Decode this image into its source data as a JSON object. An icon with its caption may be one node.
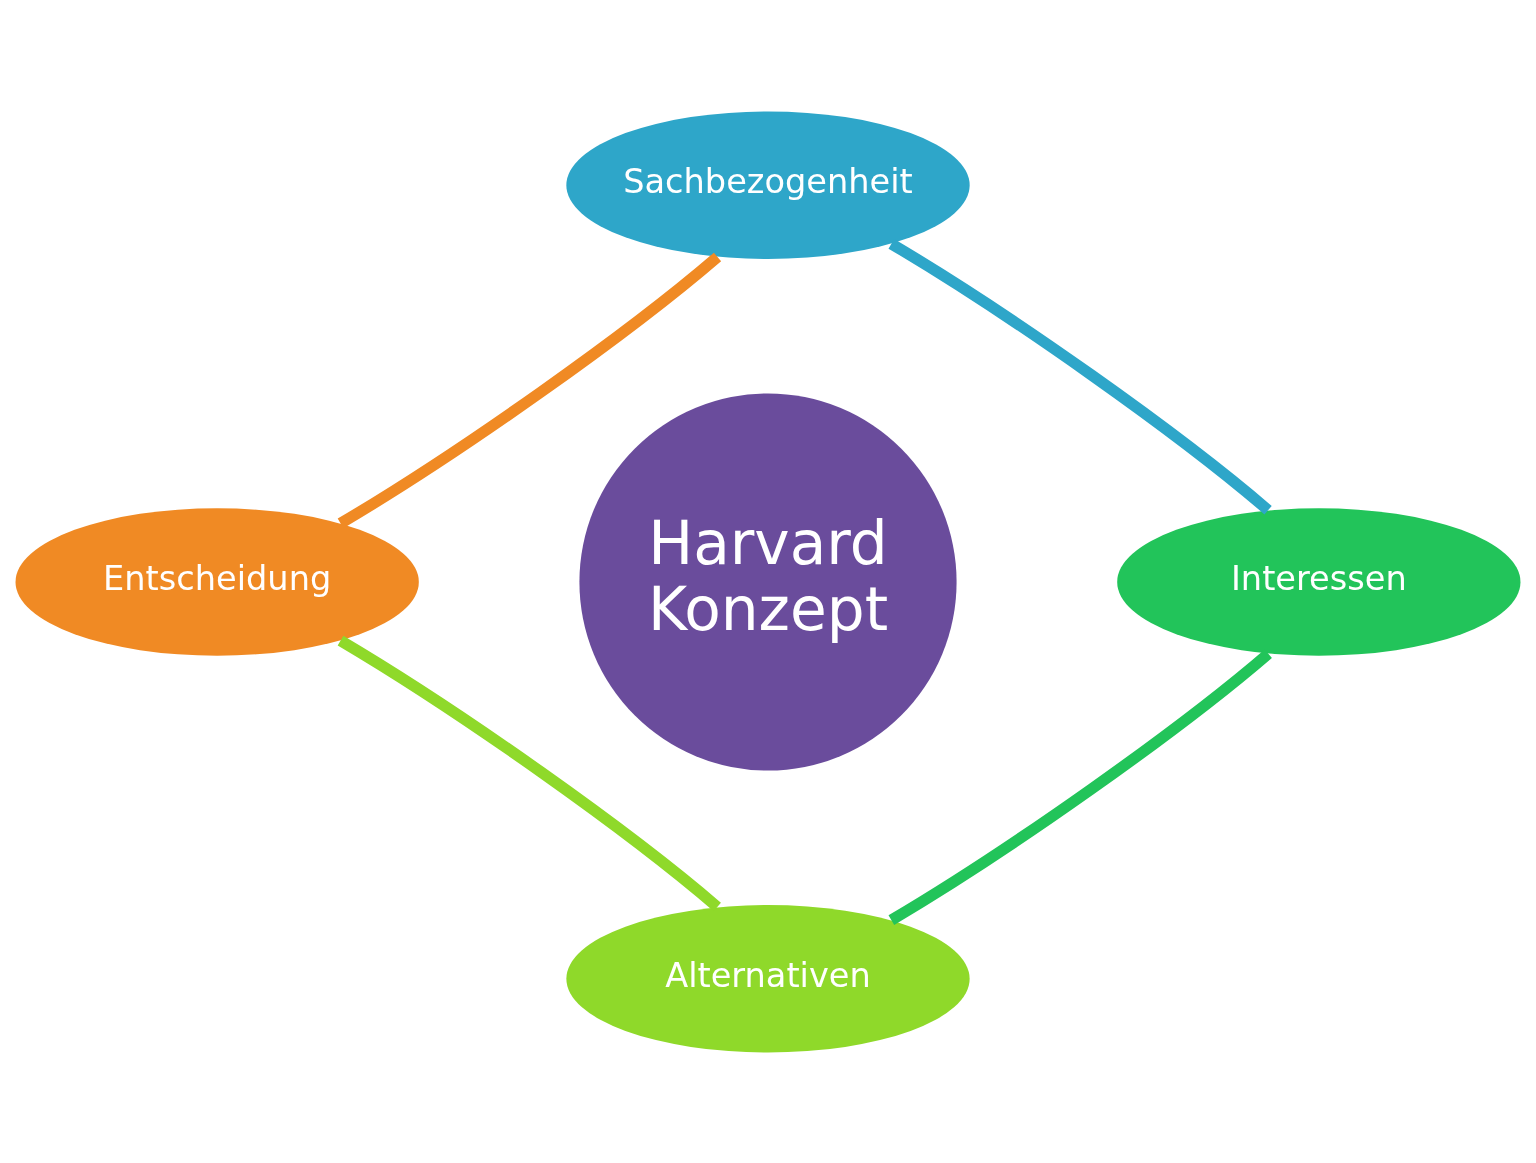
{
  "diagram": {
    "nodes": [
      {
        "text": [
          "Harvard Konzept"
        ]
      },
      {
        "text": [
          "Sachbezogenheit"
        ]
      },
      {
        "text": [
          "Interessen"
        ]
      },
      {
        "text": [
          "Alternativen"
        ]
      },
      {
        "text": [
          "Entscheidung"
        ]
      }
    ],
    "edges": [
      {
        "from": 1,
        "to": 2,
        "arrow": "none",
        "color": "#2ea6c9"
      },
      {
        "from": 2,
        "to": 3,
        "arrow": "none",
        "color": "#22c45a"
      },
      {
        "from": 3,
        "to": 4,
        "arrow": "none",
        "color": "#8fd92a"
      },
      {
        "from": 4,
        "to": 1,
        "arrow": "none",
        "color": "#f08a24"
      }
    ]
  }
}
